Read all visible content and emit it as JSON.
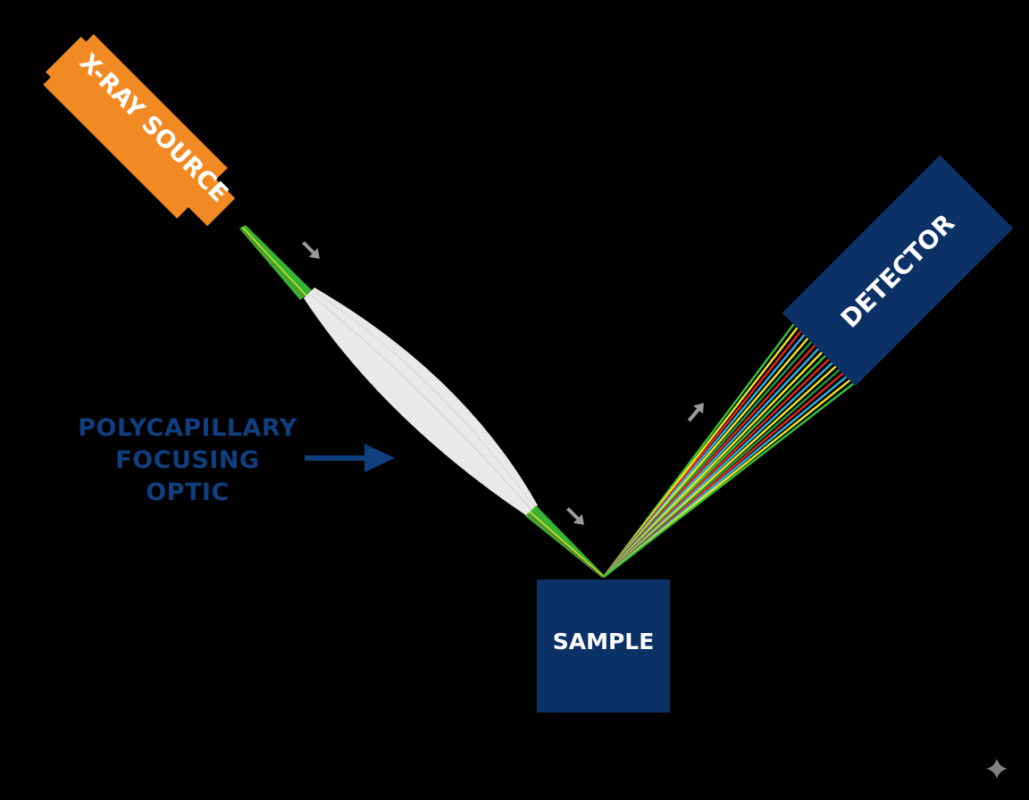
{
  "diagram": {
    "source": {
      "label": "X-RAY SOURCE",
      "color": "#f28a24"
    },
    "optic": {
      "label_lines": [
        "POLYCAPILLARY",
        "FOCUSING",
        "OPTIC"
      ],
      "label_color": "#0f3f7e",
      "body_color": "#e9e9e9"
    },
    "sample": {
      "label": "SAMPLE",
      "color": "#0b3166"
    },
    "detector": {
      "label": "DETECTOR",
      "color": "#0b3166"
    },
    "beam_colors": [
      "#37c43a",
      "#f6e81c",
      "#e8231f",
      "#27b5ea",
      "#1f9b3a"
    ],
    "direction_arrows": {
      "color": "#9a9a9a"
    },
    "watermark_icon": "sparkle-icon"
  }
}
